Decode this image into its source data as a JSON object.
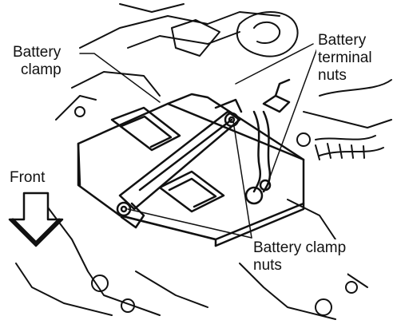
{
  "labels": {
    "battery_clamp": [
      "Battery",
      "clamp"
    ],
    "battery_terminal_nuts": [
      "Battery",
      "terminal",
      "nuts"
    ],
    "front": "Front",
    "battery_clamp_nuts": [
      "Battery clamp",
      "nuts"
    ]
  },
  "icons": {
    "front_arrow": "down-arrow-icon"
  },
  "colors": {
    "ink": "#111111",
    "background": "#ffffff"
  }
}
